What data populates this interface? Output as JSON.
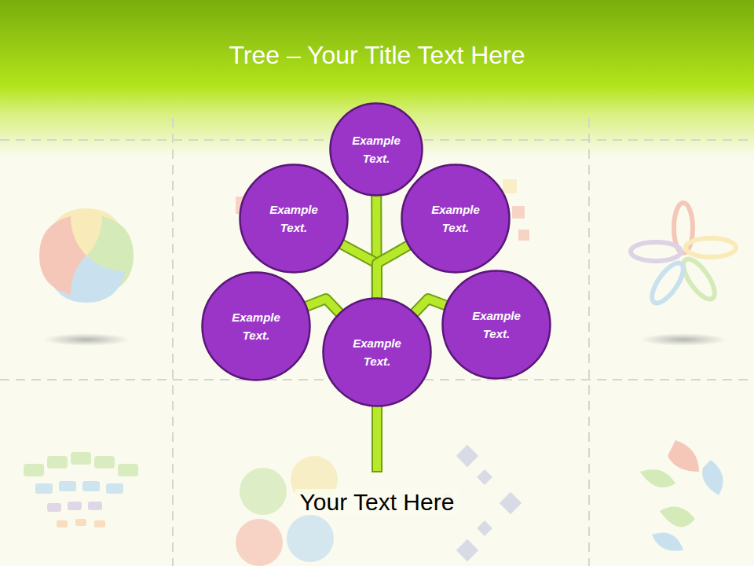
{
  "diagram": {
    "title": "Tree – Your Title Text Here",
    "caption": "Your Text Here",
    "nodes": [
      {
        "text": [
          "Example Text."
        ]
      },
      {
        "text": [
          "Example Text."
        ]
      },
      {
        "text": [
          "Example Text."
        ]
      },
      {
        "text": [
          "Example Text."
        ]
      },
      {
        "text": [
          "Example Text."
        ]
      },
      {
        "text": [
          "Example Text."
        ]
      }
    ],
    "edges": [
      {
        "from": 4,
        "to": 0,
        "arrow": "none"
      },
      {
        "from": 4,
        "to": 1,
        "arrow": "none"
      },
      {
        "from": 4,
        "to": 2,
        "arrow": "none"
      },
      {
        "from": 4,
        "to": 3,
        "arrow": "none"
      },
      {
        "from": 4,
        "to": 5,
        "arrow": "none"
      }
    ]
  }
}
